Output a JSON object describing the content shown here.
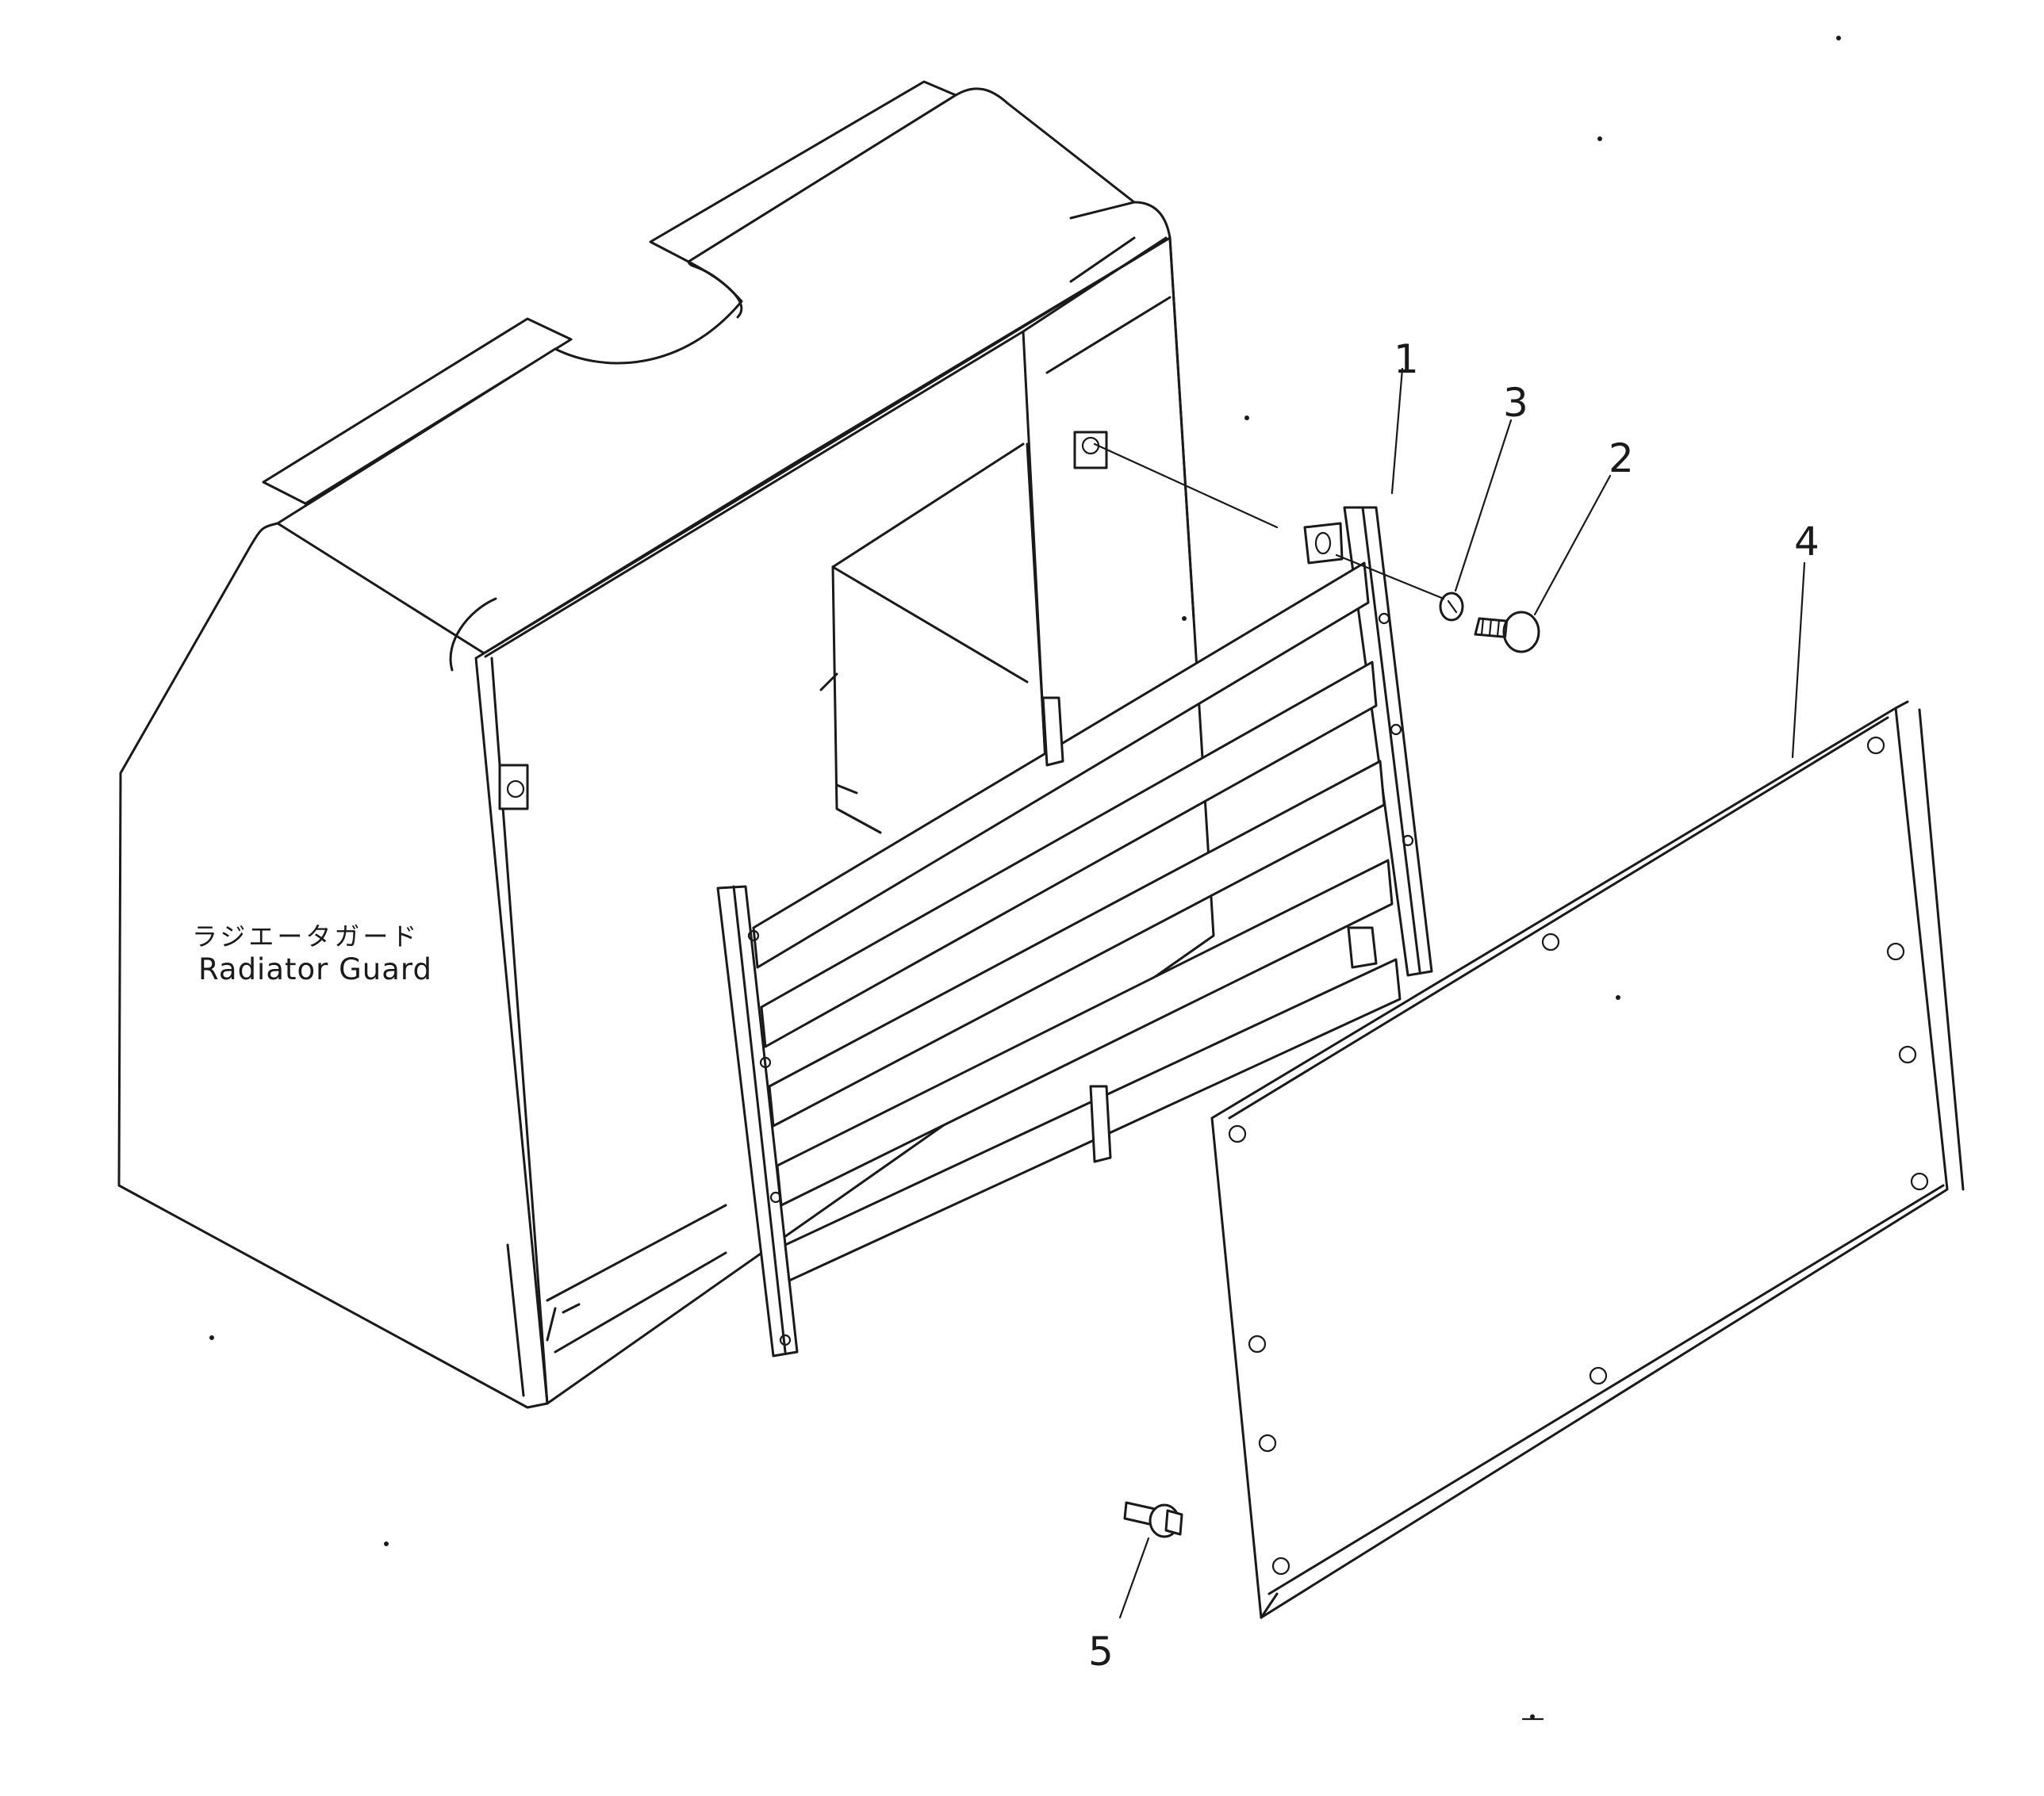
{
  "caption": {
    "japanese": "ラジエータガード",
    "english": "Radiator Guard"
  },
  "callouts": [
    {
      "id": "1",
      "label": "1"
    },
    {
      "id": "2",
      "label": "2"
    },
    {
      "id": "3",
      "label": "3"
    },
    {
      "id": "4",
      "label": "4"
    },
    {
      "id": "5",
      "label": "5"
    }
  ]
}
